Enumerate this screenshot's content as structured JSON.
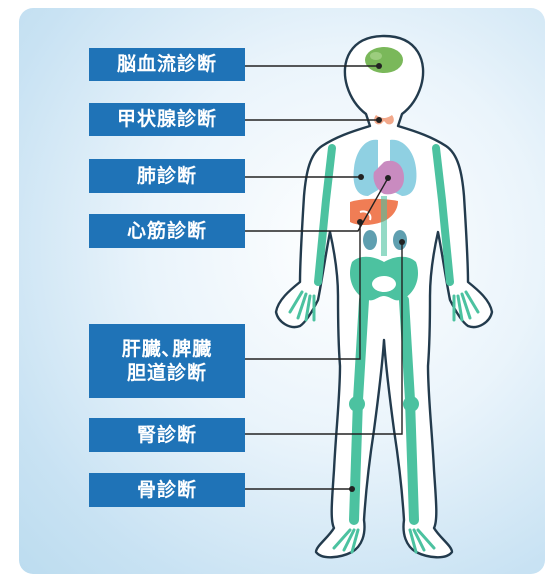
{
  "labels": [
    {
      "id": "brain",
      "text": "脳血流診断"
    },
    {
      "id": "thyroid",
      "text": "甲状腺診断"
    },
    {
      "id": "lung",
      "text": "肺診断"
    },
    {
      "id": "heart",
      "text": "心筋診断"
    },
    {
      "id": "liver",
      "lines": [
        "肝臓､脾臓",
        "胆道診断"
      ]
    },
    {
      "id": "kidney",
      "text": "腎診断"
    },
    {
      "id": "bone",
      "text": "骨診断"
    }
  ],
  "colors": {
    "label_bg": "#1f73b7",
    "bone": "#4cc2a0",
    "brain": "#7ab85a",
    "thyroid": "#f2a88a",
    "lung": "#8fd0e2",
    "heart": "#c98bc0",
    "liver": "#f07d55",
    "kidney": "#5f9fb0",
    "leader": "#222222"
  }
}
